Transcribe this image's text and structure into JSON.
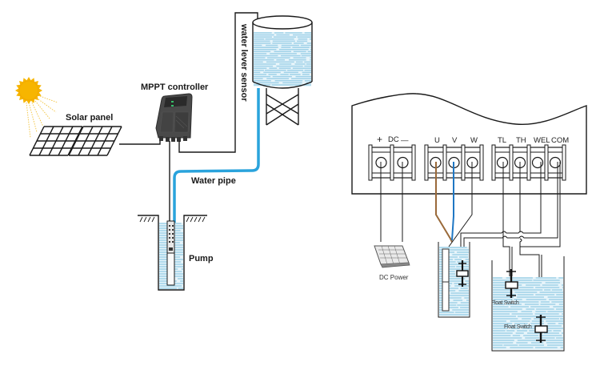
{
  "left_diagram": {
    "labels": {
      "solar_panel": "Solar panel",
      "mppt_controller": "MPPT controller",
      "water_level_sensor": "water lever sensor",
      "water_pipe": "Water pipe",
      "pump": "Pump"
    }
  },
  "right_diagram": {
    "terminal_groups": [
      {
        "name": "dc",
        "labels": [
          "+",
          "DC",
          "—"
        ]
      },
      {
        "name": "motor",
        "labels": [
          "U",
          "V",
          "W"
        ]
      },
      {
        "name": "control",
        "labels": [
          "TL",
          "TH",
          "WEL",
          "COM"
        ]
      }
    ],
    "labels": {
      "dc_power": "DC Power",
      "float_switch_1": "Float Switch",
      "float_switch_2": "Float Switch"
    }
  },
  "colors": {
    "sun": "#f7b500",
    "sun_rays": "#f3c84b",
    "pipe": "#2aa3dc",
    "water": "#9fd1e8",
    "wire_u": "#9a6a3a",
    "wire_v": "#1f77c4",
    "controller_body": "#4a4a4a"
  }
}
